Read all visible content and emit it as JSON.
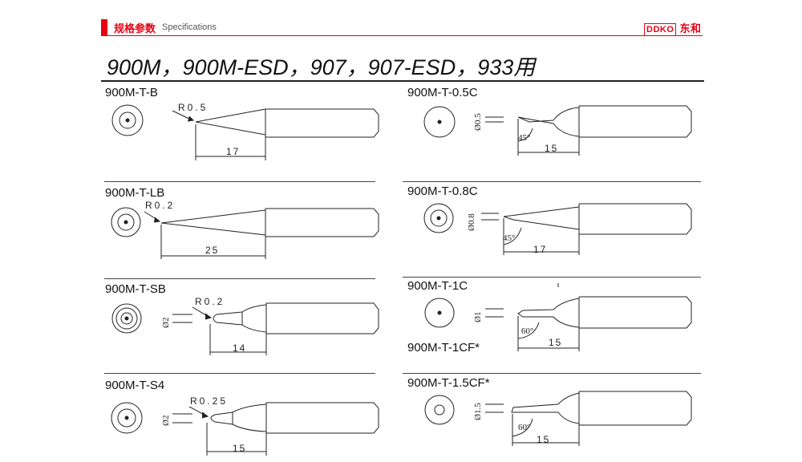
{
  "header": {
    "section_cn": "规格参数",
    "section_en": "Specifications",
    "logo_text": "DDKO",
    "logo_cn": "东和"
  },
  "title": "900M，900M-ESD，907，907-ESD，933用",
  "tips": [
    {
      "name": "900M-T-B",
      "radius": "R0.5",
      "length": "17"
    },
    {
      "name": "900M-T-LB",
      "radius": "R0.2",
      "length": "25"
    },
    {
      "name": "900M-T-SB",
      "radius": "R0.2",
      "diameter": "Ø2",
      "length": "14"
    },
    {
      "name": "900M-T-S4",
      "radius": "R0.25",
      "diameter": "Ø2",
      "length": "15"
    },
    {
      "name": "900M-T-0.5C",
      "diameter": "Ø0.5",
      "angle": "45°",
      "length": "15"
    },
    {
      "name": "900M-T-0.8C",
      "diameter": "Ø0.8",
      "angle": "45°",
      "length": "17"
    },
    {
      "name": "900M-T-1C",
      "name2": "900M-T-1CF*",
      "diameter": "Ø1",
      "angle": "60°",
      "length": "15"
    },
    {
      "name": "900M-T-1.5CF*",
      "diameter": "Ø1.5",
      "angle": "60°",
      "length": "15"
    }
  ]
}
